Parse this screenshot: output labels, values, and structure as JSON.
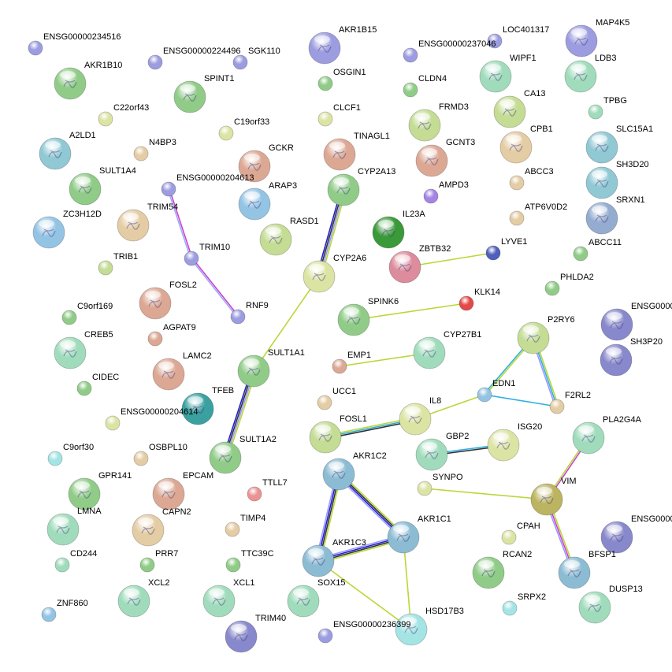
{
  "title": "STRING protein interaction network",
  "colors": {
    "lav": "#9c9ce0",
    "green": "#90cc88",
    "yellow": "#dce4a4",
    "teal": "#90c8d4",
    "tan": "#e4cca4",
    "salmon": "#dca894",
    "blue": "#94c4e4",
    "ygreen": "#c4dc94",
    "tgreen": "#a0dcbc",
    "dteal": "#3aa0a0",
    "cyan": "#a4e4e4",
    "pink": "#ec9494",
    "dgreen": "#3a9a3a",
    "olive": "#bcb460",
    "navy": "#5060bc",
    "red": "#e44848",
    "purple": "#a484e4",
    "btl": "#8cbcd4",
    "bgrey": "#94acd0",
    "dlav": "#8888cc",
    "zpink": "#dc8c9c"
  },
  "nodes": [
    {
      "label": "ENSG00000234516",
      "color": "lav"
    },
    {
      "label": "AKR1B10",
      "color": "green"
    },
    {
      "label": "ENSG00000224496",
      "color": "lav"
    },
    {
      "label": "SGK110",
      "color": "lav"
    },
    {
      "label": "SPINT1",
      "color": "green"
    },
    {
      "label": "C22orf43",
      "color": "yellow"
    },
    {
      "label": "C19orf33",
      "color": "yellow"
    },
    {
      "label": "A2LD1",
      "color": "teal"
    },
    {
      "label": "N4BP3",
      "color": "tan"
    },
    {
      "label": "GCKR",
      "color": "salmon"
    },
    {
      "label": "ENSG00000204613",
      "color": "lav"
    },
    {
      "label": "SULT1A4",
      "color": "green"
    },
    {
      "label": "ARAP3",
      "color": "blue"
    },
    {
      "label": "TRIM54",
      "color": "tan"
    },
    {
      "label": "ZC3H12D",
      "color": "blue"
    },
    {
      "label": "RASD1",
      "color": "ygreen"
    },
    {
      "label": "TRIM10",
      "color": "lav"
    },
    {
      "label": "TRIB1",
      "color": "ygreen"
    },
    {
      "label": "FOSL2",
      "color": "salmon"
    },
    {
      "label": "RNF9",
      "color": "lav"
    },
    {
      "label": "C9orf169",
      "color": "green"
    },
    {
      "label": "AGPAT9",
      "color": "salmon"
    },
    {
      "label": "CREB5",
      "color": "tgreen"
    },
    {
      "label": "LAMC2",
      "color": "salmon"
    },
    {
      "label": "CIDEC",
      "color": "green"
    },
    {
      "label": "SULT1A1",
      "color": "green"
    },
    {
      "label": "TFEB",
      "color": "dteal"
    },
    {
      "label": "ENSG00000204614",
      "color": "yellow"
    },
    {
      "label": "SULT1A2",
      "color": "green"
    },
    {
      "label": "C9orf30",
      "color": "cyan"
    },
    {
      "label": "OSBPL10",
      "color": "tan"
    },
    {
      "label": "GPR141",
      "color": "green"
    },
    {
      "label": "EPCAM",
      "color": "salmon"
    },
    {
      "label": "TTLL7",
      "color": "pink"
    },
    {
      "label": "LMNA",
      "color": "tgreen"
    },
    {
      "label": "CAPN2",
      "color": "tan"
    },
    {
      "label": "TIMP4",
      "color": "tan"
    },
    {
      "label": "CD244",
      "color": "tgreen"
    },
    {
      "label": "PRR7",
      "color": "green"
    },
    {
      "label": "TTC39C",
      "color": "green"
    },
    {
      "label": "XCL2",
      "color": "tgreen"
    },
    {
      "label": "XCL1",
      "color": "tgreen"
    },
    {
      "label": "ZNF860",
      "color": "blue"
    },
    {
      "label": "TRIM40",
      "color": "dlav"
    },
    {
      "label": "AKR1B15",
      "color": "lav"
    },
    {
      "label": "OSGIN1",
      "color": "green"
    },
    {
      "label": "CLCF1",
      "color": "yellow"
    },
    {
      "label": "TINAGL1",
      "color": "salmon"
    },
    {
      "label": "CYP2A13",
      "color": "green"
    },
    {
      "label": "IL23A",
      "color": "dgreen"
    },
    {
      "label": "CYP2A6",
      "color": "yellow"
    },
    {
      "label": "ZBTB32",
      "color": "zpink"
    },
    {
      "label": "LYVE1",
      "color": "navy"
    },
    {
      "label": "SPINK6",
      "color": "green"
    },
    {
      "label": "KLK14",
      "color": "red"
    },
    {
      "label": "EMP1",
      "color": "salmon"
    },
    {
      "label": "CYP27B1",
      "color": "tgreen"
    },
    {
      "label": "UCC1",
      "color": "tan"
    },
    {
      "label": "IL8",
      "color": "yellow"
    },
    {
      "label": "FOSL1",
      "color": "ygreen"
    },
    {
      "label": "GBP2",
      "color": "tgreen"
    },
    {
      "label": "ISG20",
      "color": "yellow"
    },
    {
      "label": "AKR1C2",
      "color": "btl"
    },
    {
      "label": "SYNPO",
      "color": "yellow"
    },
    {
      "label": "AKR1C1",
      "color": "btl"
    },
    {
      "label": "AKR1C3",
      "color": "btl"
    },
    {
      "label": "SOX15",
      "color": "tgreen"
    },
    {
      "label": "HSD17B3",
      "color": "cyan"
    },
    {
      "label": "ENSG00000236399",
      "color": "lav"
    },
    {
      "label": "ENSG00000237046",
      "color": "lav"
    },
    {
      "label": "LOC401317",
      "color": "lav"
    },
    {
      "label": "CLDN4",
      "color": "green"
    },
    {
      "label": "FRMD3",
      "color": "ygreen"
    },
    {
      "label": "GCNT3",
      "color": "salmon"
    },
    {
      "label": "AMPD3",
      "color": "purple"
    },
    {
      "label": "WIPF1",
      "color": "tgreen"
    },
    {
      "label": "CA13",
      "color": "ygreen"
    },
    {
      "label": "CPB1",
      "color": "tan"
    },
    {
      "label": "ABCC3",
      "color": "tan"
    },
    {
      "label": "ATP6V0D2",
      "color": "tan"
    },
    {
      "label": "PHLDA2",
      "color": "green"
    },
    {
      "label": "P2RY6",
      "color": "ygreen"
    },
    {
      "label": "EDN1",
      "color": "blue"
    },
    {
      "label": "F2RL2",
      "color": "tan"
    },
    {
      "label": "PLA2G4A",
      "color": "tgreen"
    },
    {
      "label": "VIM",
      "color": "olive"
    },
    {
      "label": "CPAH",
      "color": "yellow"
    },
    {
      "label": "RCAN2",
      "color": "green"
    },
    {
      "label": "BFSP1",
      "color": "btl"
    },
    {
      "label": "SRPX2",
      "color": "cyan"
    },
    {
      "label": "DUSP13",
      "color": "tgreen"
    },
    {
      "label": "MAP4K5",
      "color": "lav"
    },
    {
      "label": "LDB3",
      "color": "tgreen"
    },
    {
      "label": "TPBG",
      "color": "tgreen"
    },
    {
      "label": "SLC15A1",
      "color": "teal"
    },
    {
      "label": "SH3D20",
      "color": "teal"
    },
    {
      "label": "SRXN1",
      "color": "bgrey"
    },
    {
      "label": "ABCC11",
      "color": "green"
    },
    {
      "label": "ENSG0000",
      "color": "dlav"
    },
    {
      "label": "SH3P20",
      "color": "dlav"
    },
    {
      "label": "ENSG0000",
      "color": "dlav"
    }
  ],
  "edges": [
    {
      "from": "ENSG00000204613",
      "to": "TRIM10",
      "colors": [
        "#cc44cc",
        "#9fa8ff"
      ]
    },
    {
      "from": "TRIM10",
      "to": "RNF9",
      "colors": [
        "#cc44cc",
        "#9fa8ff"
      ]
    },
    {
      "from": "CYP2A13",
      "to": "CYP2A6",
      "colors": [
        "#b8d838",
        "#9a9aff",
        "#333333",
        "#2020d0"
      ]
    },
    {
      "from": "CYP2A6",
      "to": "SULT1A1",
      "colors": [
        "#b8d838"
      ]
    },
    {
      "from": "SULT1A1",
      "to": "SULT1A2",
      "colors": [
        "#b8d838",
        "#9a9aff",
        "#333333",
        "#2020d0"
      ]
    },
    {
      "from": "ZBTB32",
      "to": "LYVE1",
      "colors": [
        "#b8d838"
      ]
    },
    {
      "from": "SPINK6",
      "to": "KLK14",
      "colors": [
        "#b8d838"
      ]
    },
    {
      "from": "EMP1",
      "to": "CYP27B1",
      "colors": [
        "#b8d838"
      ]
    },
    {
      "from": "P2RY6",
      "to": "EDN1",
      "colors": [
        "#b8d838",
        "#30b0e0"
      ]
    },
    {
      "from": "P2RY6",
      "to": "F2RL2",
      "colors": [
        "#b8d838",
        "#30b0e0",
        "#9a9aff"
      ]
    },
    {
      "from": "EDN1",
      "to": "F2RL2",
      "colors": [
        "#30b0e0"
      ]
    },
    {
      "from": "EDN1",
      "to": "IL8",
      "colors": [
        "#b8d838"
      ]
    },
    {
      "from": "FOSL1",
      "to": "IL8",
      "colors": [
        "#b8d838",
        "#30b0e0",
        "#333333"
      ]
    },
    {
      "from": "GBP2",
      "to": "ISG20",
      "colors": [
        "#30b0e0",
        "#333333"
      ]
    },
    {
      "from": "SYNPO",
      "to": "VIM",
      "colors": [
        "#b8d838"
      ]
    },
    {
      "from": "PLA2G4A",
      "to": "VIM",
      "colors": [
        "#cc44cc",
        "#b8d838"
      ]
    },
    {
      "from": "VIM",
      "to": "BFSP1",
      "colors": [
        "#b8d838",
        "#cc44cc",
        "#9a9aff"
      ]
    },
    {
      "from": "AKR1C2",
      "to": "AKR1C1",
      "colors": [
        "#b8d838",
        "#333333",
        "#2020d0",
        "#9a9aff"
      ]
    },
    {
      "from": "AKR1C2",
      "to": "AKR1C3",
      "colors": [
        "#b8d838",
        "#333333",
        "#2020d0",
        "#9a9aff"
      ]
    },
    {
      "from": "AKR1C1",
      "to": "AKR1C3",
      "colors": [
        "#b8d838",
        "#333333",
        "#2020d0",
        "#9a9aff"
      ]
    },
    {
      "from": "AKR1C1",
      "to": "HSD17B3",
      "colors": [
        "#b8d838"
      ]
    },
    {
      "from": "AKR1C3",
      "to": "HSD17B3",
      "colors": [
        "#b8d838"
      ]
    }
  ]
}
